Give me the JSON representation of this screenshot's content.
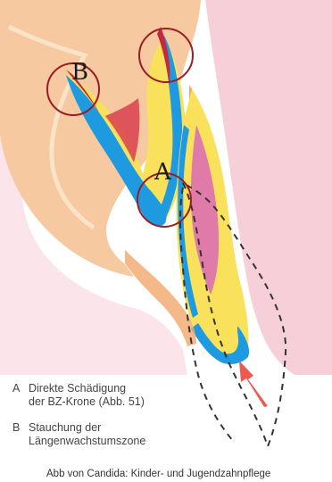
{
  "labels": {
    "a": "A",
    "b": "B"
  },
  "legend": [
    {
      "key": "A",
      "line1": "Direkte Schädigung",
      "line2": "der BZ-Krone (Abb. 51)"
    },
    {
      "key": "B",
      "line1": "Stauchung der",
      "line2": "Längenwachstumszone"
    }
  ],
  "caption": "Abb von Candida: Kinder- und Jugendzahnpflege",
  "colors": {
    "tissue_pink": "#f7cfd8",
    "bone_peach": "#f6c9a0",
    "enamel_yellow": "#fae15c",
    "dentin_blue": "#1e9be0",
    "pulp_red": "#c42a3f",
    "pulp_pink": "#e07aa8",
    "circle_red": "#9b1c24",
    "arrow_red": "#ee5a4f"
  }
}
